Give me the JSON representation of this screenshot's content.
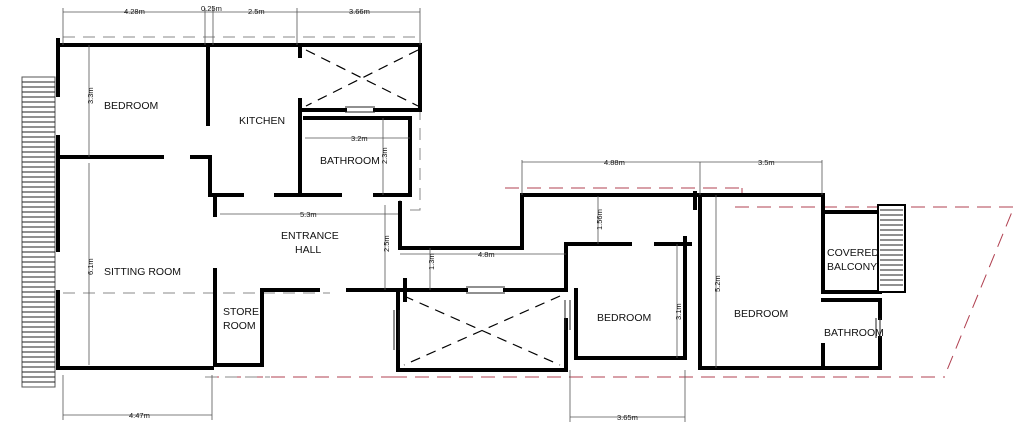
{
  "title": "Floor plan",
  "rooms": {
    "bedroom_1": "BEDROOM",
    "kitchen": "KITCHEN",
    "bathroom_1": "BATHROOM",
    "entrance_hall_line1": "ENTRANCE",
    "entrance_hall_line2": "HALL",
    "sitting_room": "SITTING ROOM",
    "store_room_line1": "STORE",
    "store_room_line2": "ROOM",
    "bedroom_2": "BEDROOM",
    "bedroom_3": "BEDROOM",
    "covered_balcony_line1": "COVERED",
    "covered_balcony_line2": "BALCONY",
    "bathroom_2": "BATHROOM"
  },
  "dimensions": {
    "top_bedroom_width": "4.28m",
    "top_wall": "0.25m",
    "top_kitchen_width": "2.5m",
    "top_lightwell_width": "3.66m",
    "bedroom_depth": "3.3m",
    "bathroom_width": "3.2m",
    "bathroom_depth": "2.3m",
    "hall_length": "5.3m",
    "sitting_room_depth": "6.1m",
    "hall_depth": "2.5m",
    "corridor_depth": "1.3m",
    "corridor_length": "4.8m",
    "bedroom2_offset": "1.56m",
    "east_wing_width": "4.88m",
    "bedroom3_width": "3.5m",
    "bedroom3_depth": "5.2m",
    "bedroom2_depth": "3.1m",
    "bedroom2_width": "3.65m",
    "sitting_room_width": "4.47m"
  }
}
